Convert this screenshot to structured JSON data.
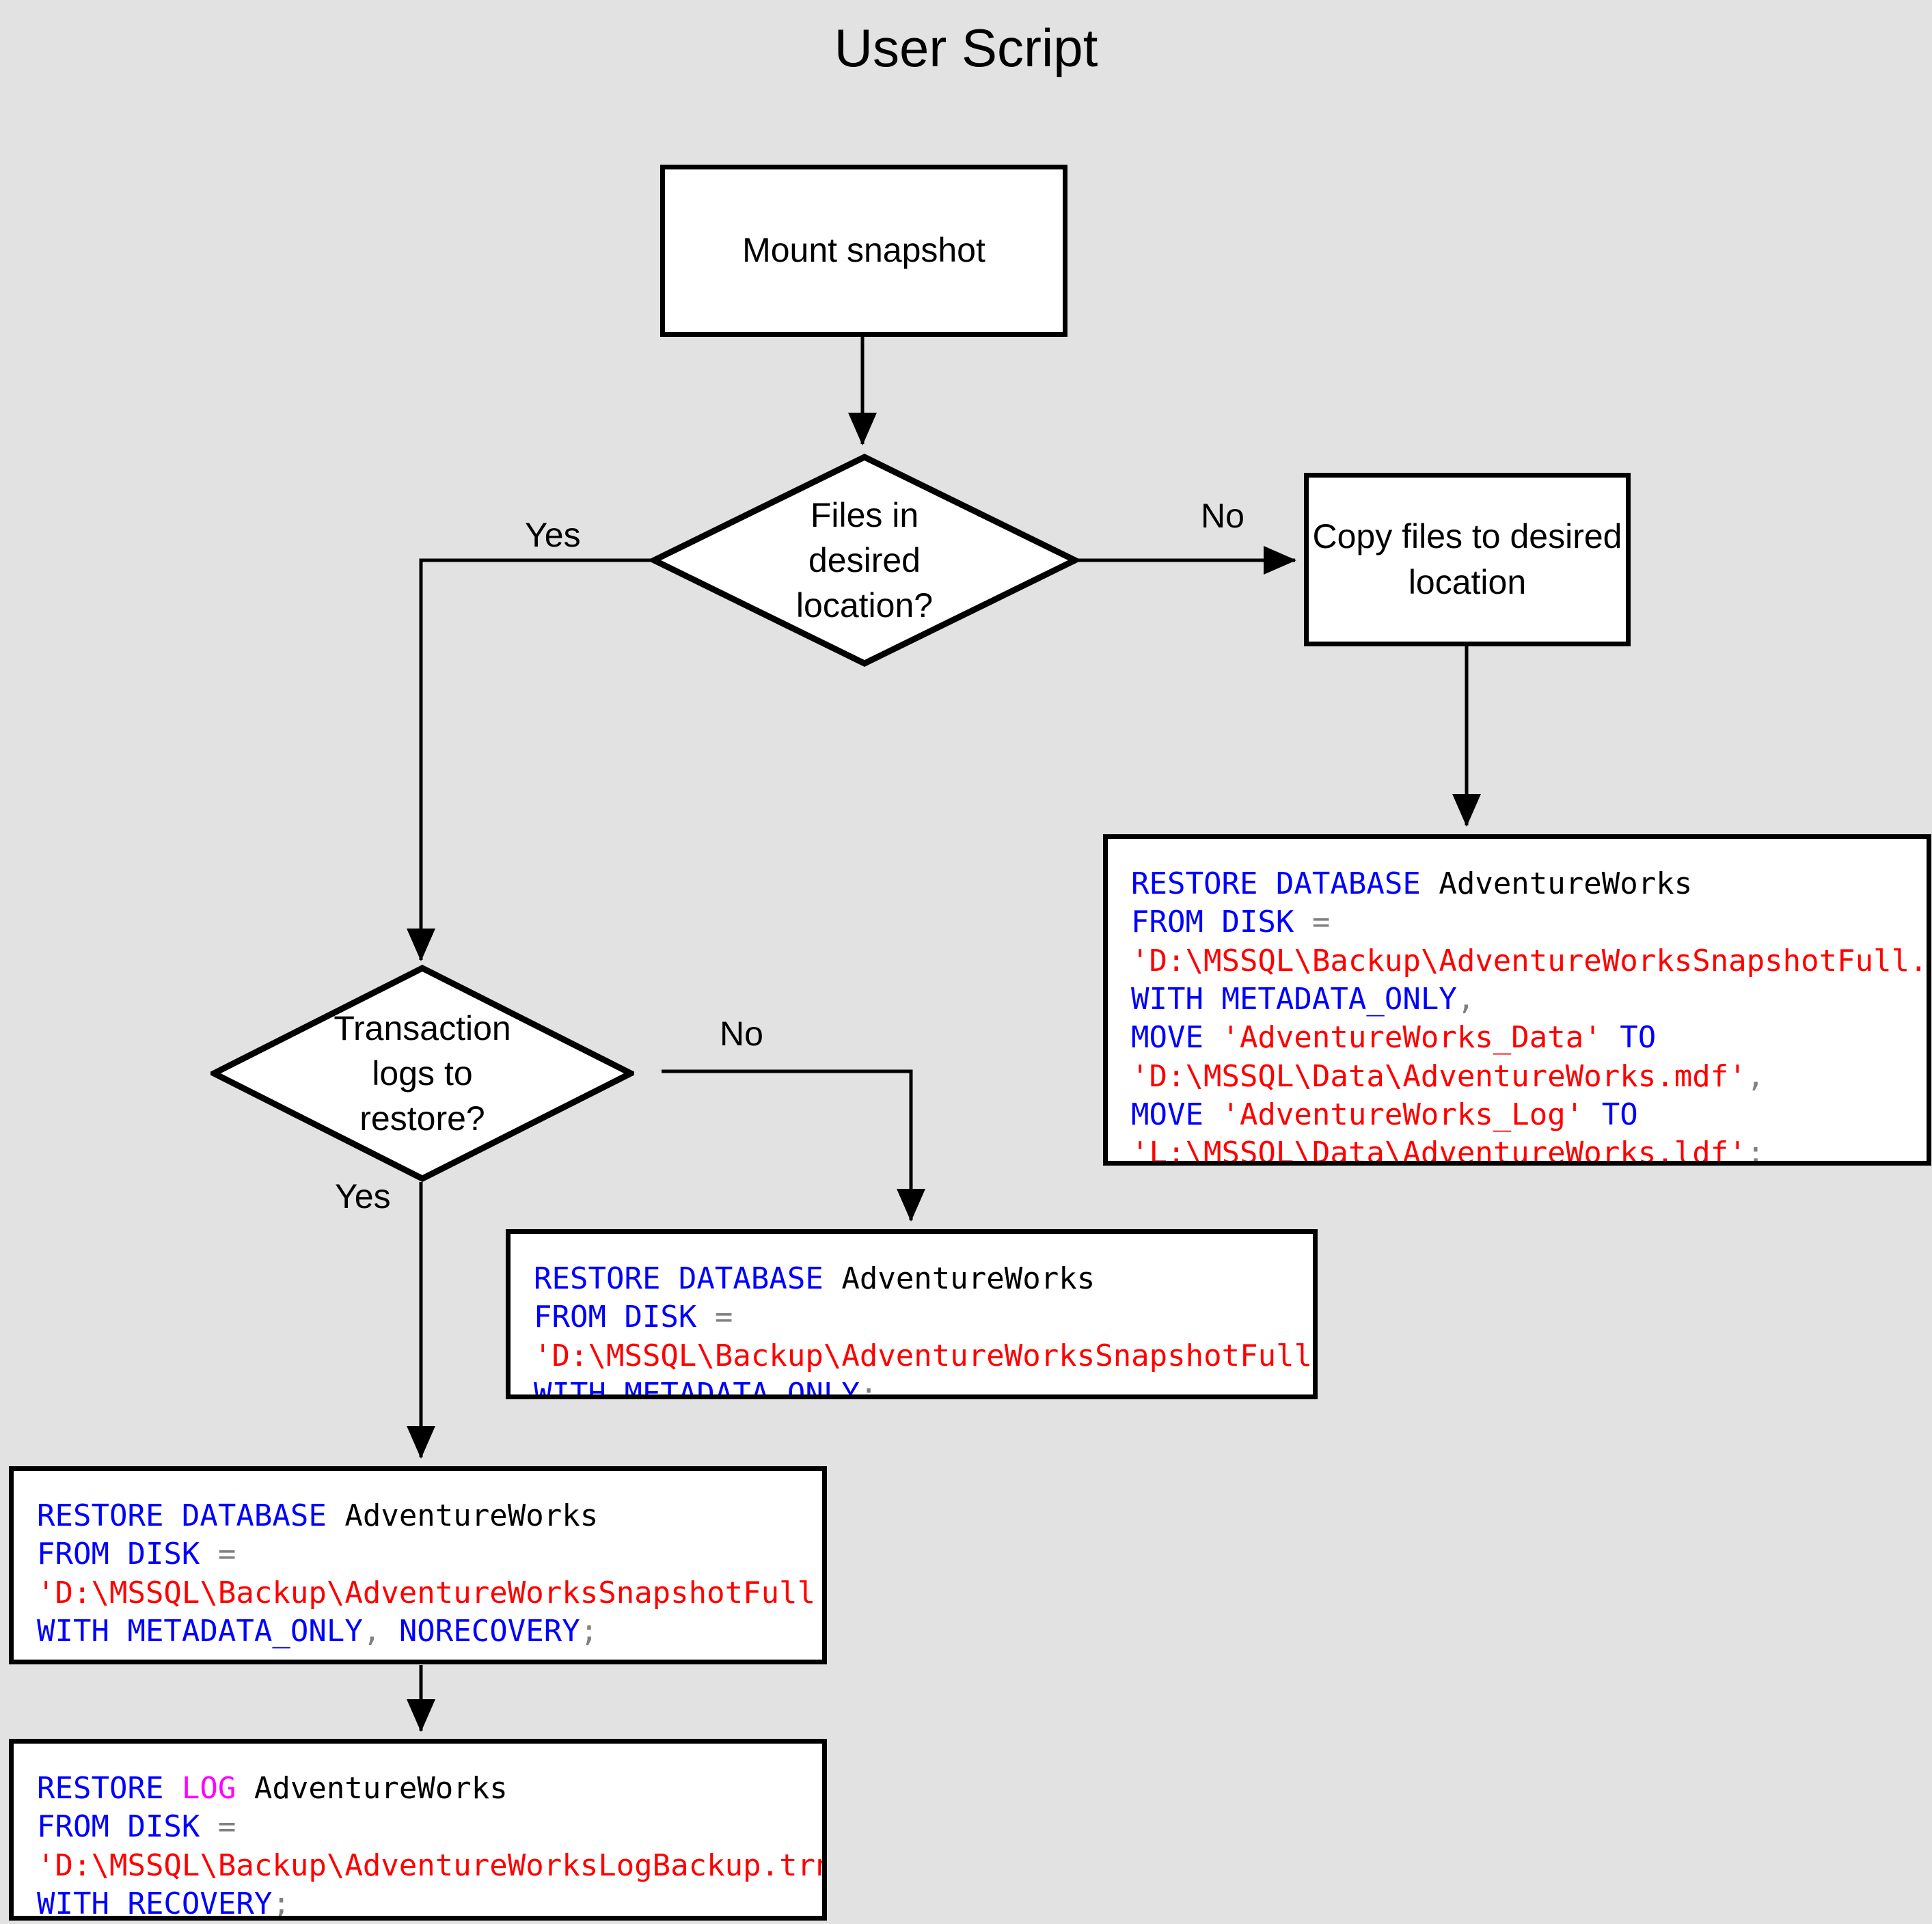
{
  "title": "User Script",
  "theme": {
    "background": "#e2e2e2",
    "node_fill": "#ffffff",
    "stroke": "#000000",
    "keyword": "#0000ff",
    "log_keyword": "#ff00ff",
    "string": "#ff0000",
    "punctuation": "#808080",
    "identifier": "#000000"
  },
  "nodes": {
    "mount_snapshot": {
      "label": "Mount snapshot",
      "shape": "process"
    },
    "files_in_location": {
      "label": "Files in\ndesired\nlocation?",
      "shape": "decision"
    },
    "copy_files": {
      "label": "Copy files to desired\nlocation",
      "shape": "process"
    },
    "transaction_logs": {
      "label": "Transaction\nlogs to\nrestore?",
      "shape": "decision"
    },
    "restore_with_move": {
      "shape": "code",
      "lines": [
        [
          {
            "t": "RESTORE DATABASE ",
            "c": "k"
          },
          {
            "t": "AdventureWorks",
            "c": "id"
          }
        ],
        [
          {
            "t": "FROM DISK ",
            "c": "k"
          },
          {
            "t": "=",
            "c": "p"
          }
        ],
        [
          {
            "t": "'D:\\MSSQL\\Backup\\AdventureWorksSnapshotFull.bkm'",
            "c": "s"
          }
        ],
        [
          {
            "t": "WITH METADATA_ONLY",
            "c": "k"
          },
          {
            "t": ",",
            "c": "p"
          }
        ],
        [
          {
            "t": "MOVE ",
            "c": "k"
          },
          {
            "t": "'AdventureWorks_Data'",
            "c": "s"
          },
          {
            "t": " TO",
            "c": "k"
          }
        ],
        [
          {
            "t": "'D:\\MSSQL\\Data\\AdventureWorks.mdf'",
            "c": "s"
          },
          {
            "t": ",",
            "c": "p"
          }
        ],
        [
          {
            "t": "MOVE ",
            "c": "k"
          },
          {
            "t": "'AdventureWorks_Log'",
            "c": "s"
          },
          {
            "t": " TO",
            "c": "k"
          }
        ],
        [
          {
            "t": "'L:\\MSSQL\\Data\\AdventureWorks.ldf'",
            "c": "s"
          },
          {
            "t": ";",
            "c": "p"
          }
        ]
      ]
    },
    "restore_metadata_only": {
      "shape": "code",
      "lines": [
        [
          {
            "t": "RESTORE DATABASE ",
            "c": "k"
          },
          {
            "t": "AdventureWorks",
            "c": "id"
          }
        ],
        [
          {
            "t": "FROM DISK ",
            "c": "k"
          },
          {
            "t": "=",
            "c": "p"
          }
        ],
        [
          {
            "t": "'D:\\MSSQL\\Backup\\AdventureWorksSnapshotFull.bkm'",
            "c": "s"
          }
        ],
        [
          {
            "t": "WITH METADATA_ONLY",
            "c": "k"
          },
          {
            "t": ";",
            "c": "p"
          }
        ]
      ]
    },
    "restore_norecovery": {
      "shape": "code",
      "lines": [
        [
          {
            "t": "RESTORE DATABASE ",
            "c": "k"
          },
          {
            "t": "AdventureWorks",
            "c": "id"
          }
        ],
        [
          {
            "t": "FROM DISK ",
            "c": "k"
          },
          {
            "t": "=",
            "c": "p"
          }
        ],
        [
          {
            "t": "'D:\\MSSQL\\Backup\\AdventureWorksSnapshotFull.bkm'",
            "c": "s"
          }
        ],
        [
          {
            "t": "WITH METADATA_ONLY",
            "c": "k"
          },
          {
            "t": ",",
            "c": "p"
          },
          {
            "t": " NORECOVERY",
            "c": "k"
          },
          {
            "t": ";",
            "c": "p"
          }
        ]
      ]
    },
    "restore_log": {
      "shape": "code",
      "lines": [
        [
          {
            "t": "RESTORE ",
            "c": "k"
          },
          {
            "t": "LOG",
            "c": "kl"
          },
          {
            "t": " AdventureWorks",
            "c": "id"
          }
        ],
        [
          {
            "t": "FROM DISK ",
            "c": "k"
          },
          {
            "t": "=",
            "c": "p"
          }
        ],
        [
          {
            "t": "'D:\\MSSQL\\Backup\\AdventureWorksLogBackup.trn'",
            "c": "s"
          }
        ],
        [
          {
            "t": "WITH RECOVERY",
            "c": "k"
          },
          {
            "t": ";",
            "c": "p"
          }
        ]
      ]
    }
  },
  "edge_labels": {
    "files_yes": "Yes",
    "files_no": "No",
    "logs_no": "No",
    "logs_yes": "Yes"
  }
}
